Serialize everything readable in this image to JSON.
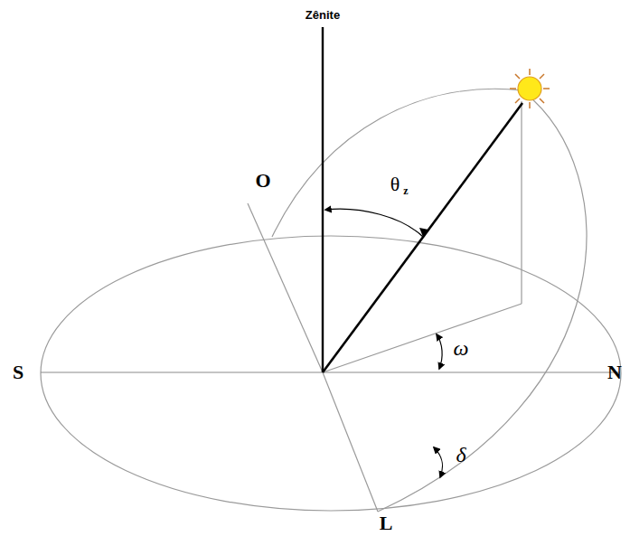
{
  "diagram": {
    "labels": [
      "Zênite",
      "O",
      "θ",
      "z",
      "ω",
      "S",
      "N",
      "δ",
      "L"
    ]
  }
}
